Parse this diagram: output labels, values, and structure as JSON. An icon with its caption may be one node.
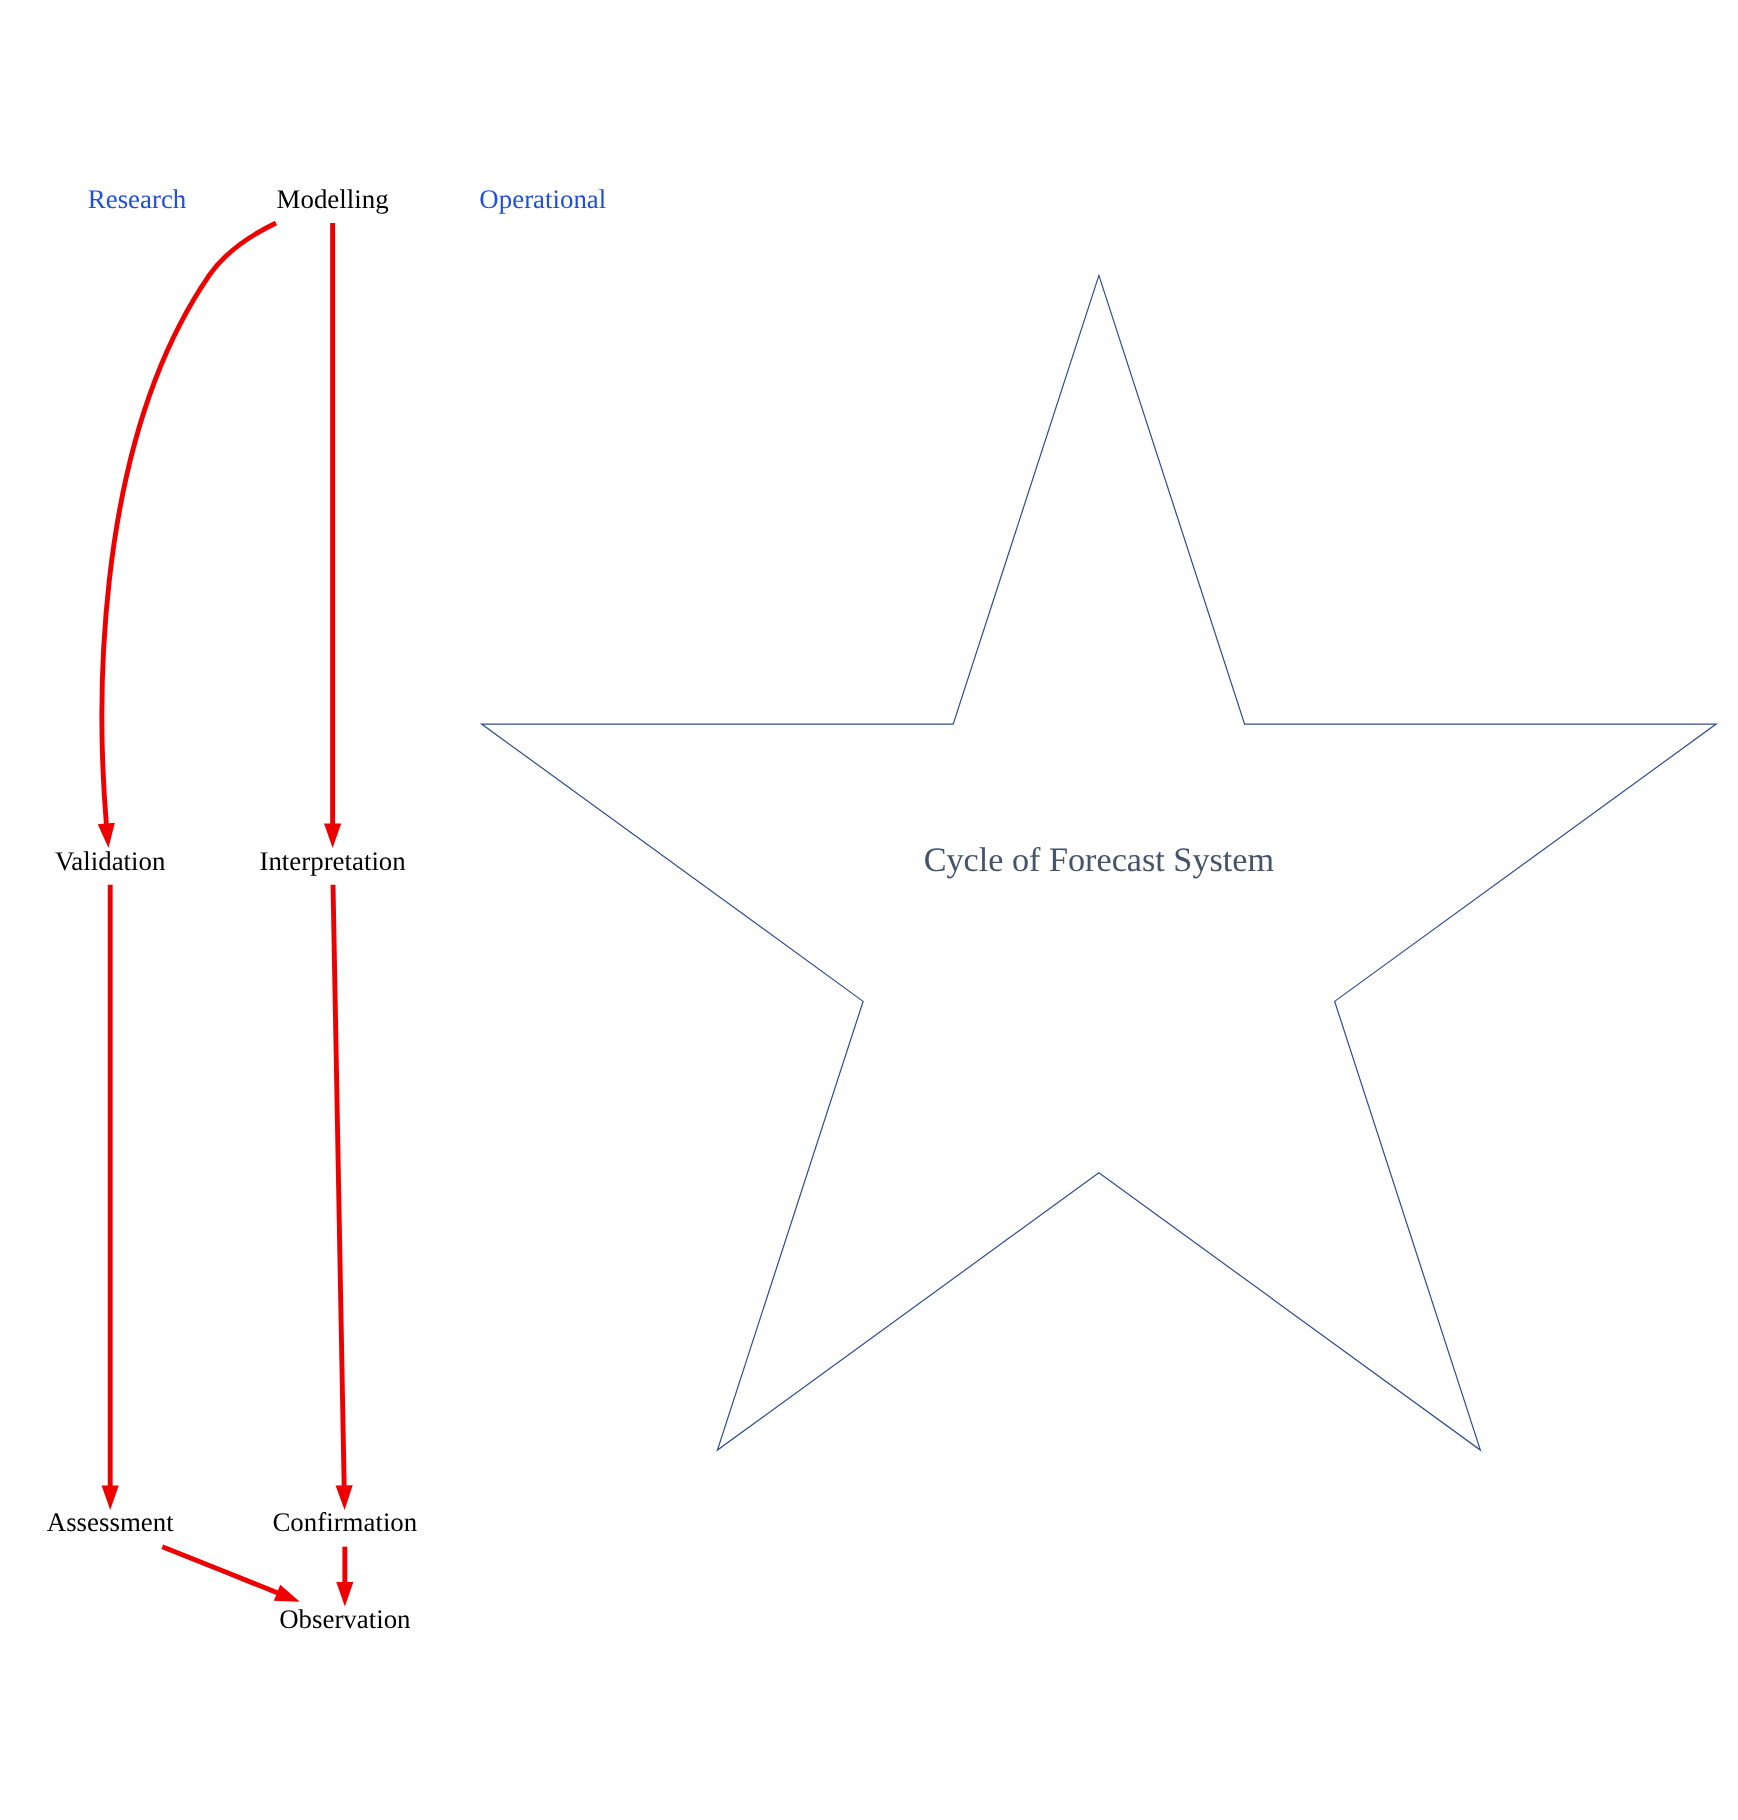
{
  "diagram": {
    "nodes": [
      {
        "text": [
          "Modelling"
        ]
      },
      {
        "text": [
          "Validation"
        ]
      },
      {
        "text": [
          "Interpretation"
        ]
      },
      {
        "text": [
          "Cycle of Forecast System"
        ]
      },
      {
        "text": [
          "Assessment"
        ]
      },
      {
        "text": [
          "Confirmation"
        ]
      },
      {
        "text": [
          "Observation"
        ]
      }
    ],
    "edges": [
      {
        "from": 0,
        "to": 1,
        "arrow": "to"
      },
      {
        "from": 0,
        "to": 2,
        "arrow": "to"
      },
      {
        "from": 1,
        "to": 4,
        "arrow": "to"
      },
      {
        "from": 2,
        "to": 5,
        "arrow": "to"
      },
      {
        "from": 4,
        "to": 6,
        "arrow": "to"
      },
      {
        "from": 5,
        "to": 6,
        "arrow": "to"
      }
    ],
    "labels": [
      "Research",
      "Operational"
    ]
  }
}
